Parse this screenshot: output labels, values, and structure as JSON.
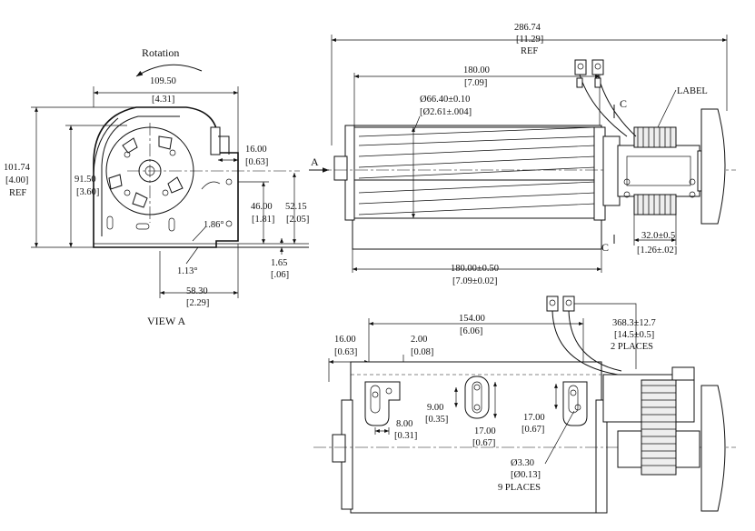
{
  "side_view": {
    "rotation": "Rotation",
    "view_label": "VIEW A",
    "dim_width": "109.50",
    "dim_width_in": "[4.31]",
    "dim_h_ref": "101.74",
    "dim_h_ref_in": "[4.00]",
    "dim_h_ref_tag": "REF",
    "dim_h_body": "91.50",
    "dim_h_body_in": "[3.60]",
    "dim_outlet": "16.00",
    "dim_outlet_in": "[0.63]",
    "dim_mount": "46.00",
    "dim_mount_in": "[1.81]",
    "dim_outlet_h": "52.15",
    "dim_outlet_h_in": "[2.05]",
    "angle_a": "1.86°",
    "angle_b": "1.13°",
    "dim_step": "1.65",
    "dim_step_in": "[.06]",
    "dim_base": "58.30",
    "dim_base_in": "[2.29]"
  },
  "top_view": {
    "dim_overall": "286.74",
    "dim_overall_in": "[11.29]",
    "dim_overall_tag": "REF",
    "dim_wheel_len": "180.00",
    "dim_wheel_len_in": "[7.09]",
    "dim_diam": "Ø66.40±0.10",
    "dim_diam_in": "[Ø2.61±.004]",
    "label": "LABEL",
    "section_c": "C",
    "arrow_a": "A",
    "dim_housing": "180.00±0.50",
    "dim_housing_in": "[7.09±0.02]",
    "dim_motor": "32.0±0.5",
    "dim_motor_in": "[1.26±.02]"
  },
  "front_view": {
    "dim_slot_span": "154.00",
    "dim_slot_span_in": "[6.06]",
    "dim_edge": "16.00",
    "dim_edge_in": "[0.63]",
    "dim_slot_w": "2.00",
    "dim_slot_w_in": "[0.08]",
    "dim_slot_off": "8.00",
    "dim_slot_off_in": "[0.31]",
    "dim_slot_h": "9.00",
    "dim_slot_h_in": "[0.35]",
    "dim_mid_a": "17.00",
    "dim_mid_a_in": "[0.67]",
    "dim_mid_b": "17.00",
    "dim_mid_b_in": "[0.67]",
    "dim_lead": "368.3±12.7",
    "dim_lead_in": "[14.5±0.5]",
    "dim_lead_tag": "2 PLACES",
    "dim_hole": "Ø3.30",
    "dim_hole_in": "[Ø0.13]",
    "dim_hole_tag": "9 PLACES"
  }
}
